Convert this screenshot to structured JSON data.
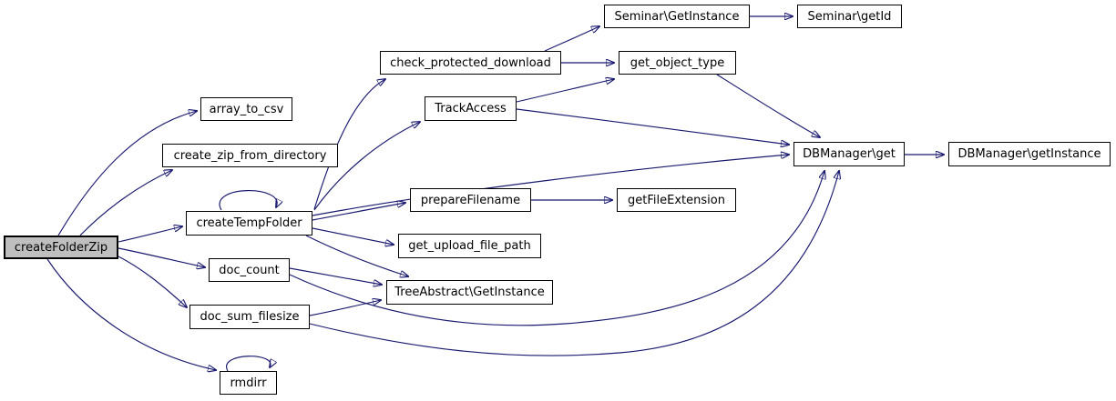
{
  "diagram": {
    "type": "call-graph",
    "root_function": "createFolderZip",
    "colors": {
      "background": "#ffffff",
      "edge": "#191970",
      "node_fill": "#ffffff",
      "node_border": "#000000",
      "root_node_fill": "#bfbfbf"
    },
    "nodes": [
      {
        "id": "createFolderZip",
        "label": "createFolderZip",
        "highlighted": true
      },
      {
        "id": "array_to_csv",
        "label": "array_to_csv",
        "highlighted": false
      },
      {
        "id": "create_zip_from_directory",
        "label": "create_zip_from_directory",
        "highlighted": false
      },
      {
        "id": "createTempFolder",
        "label": "createTempFolder",
        "highlighted": false
      },
      {
        "id": "doc_count",
        "label": "doc_count",
        "highlighted": false
      },
      {
        "id": "doc_sum_filesize",
        "label": "doc_sum_filesize",
        "highlighted": false
      },
      {
        "id": "rmdirr",
        "label": "rmdirr",
        "highlighted": false
      },
      {
        "id": "check_protected_download",
        "label": "check_protected_download",
        "highlighted": false
      },
      {
        "id": "TrackAccess",
        "label": "TrackAccess",
        "highlighted": false
      },
      {
        "id": "Seminar_GetInstance",
        "label": "Seminar\\GetInstance",
        "highlighted": false
      },
      {
        "id": "Seminar_getId",
        "label": "Seminar\\getId",
        "highlighted": false
      },
      {
        "id": "get_object_type",
        "label": "get_object_type",
        "highlighted": false
      },
      {
        "id": "DBManager_get",
        "label": "DBManager\\get",
        "highlighted": false
      },
      {
        "id": "DBManager_getInstance",
        "label": "DBManager\\getInstance",
        "highlighted": false
      },
      {
        "id": "prepareFilename",
        "label": "prepareFilename",
        "highlighted": false
      },
      {
        "id": "getFileExtension",
        "label": "getFileExtension",
        "highlighted": false
      },
      {
        "id": "get_upload_file_path",
        "label": "get_upload_file_path",
        "highlighted": false
      },
      {
        "id": "TreeAbstract_GetInstance",
        "label": "TreeAbstract\\GetInstance",
        "highlighted": false
      }
    ],
    "edges": [
      {
        "from": "createFolderZip",
        "to": "array_to_csv"
      },
      {
        "from": "createFolderZip",
        "to": "create_zip_from_directory"
      },
      {
        "from": "createFolderZip",
        "to": "createTempFolder"
      },
      {
        "from": "createFolderZip",
        "to": "doc_count"
      },
      {
        "from": "createFolderZip",
        "to": "doc_sum_filesize"
      },
      {
        "from": "createFolderZip",
        "to": "rmdirr"
      },
      {
        "from": "createTempFolder",
        "to": "createTempFolder"
      },
      {
        "from": "createTempFolder",
        "to": "check_protected_download"
      },
      {
        "from": "createTempFolder",
        "to": "TrackAccess"
      },
      {
        "from": "createTempFolder",
        "to": "DBManager_get"
      },
      {
        "from": "createTempFolder",
        "to": "prepareFilename"
      },
      {
        "from": "createTempFolder",
        "to": "get_upload_file_path"
      },
      {
        "from": "createTempFolder",
        "to": "TreeAbstract_GetInstance"
      },
      {
        "from": "check_protected_download",
        "to": "Seminar_GetInstance"
      },
      {
        "from": "check_protected_download",
        "to": "get_object_type"
      },
      {
        "from": "TrackAccess",
        "to": "get_object_type"
      },
      {
        "from": "TrackAccess",
        "to": "DBManager_get"
      },
      {
        "from": "get_object_type",
        "to": "DBManager_get"
      },
      {
        "from": "Seminar_GetInstance",
        "to": "Seminar_getId"
      },
      {
        "from": "DBManager_get",
        "to": "DBManager_getInstance"
      },
      {
        "from": "prepareFilename",
        "to": "getFileExtension"
      },
      {
        "from": "doc_count",
        "to": "TreeAbstract_GetInstance"
      },
      {
        "from": "doc_count",
        "to": "DBManager_get"
      },
      {
        "from": "doc_sum_filesize",
        "to": "TreeAbstract_GetInstance"
      },
      {
        "from": "doc_sum_filesize",
        "to": "DBManager_get"
      },
      {
        "from": "rmdirr",
        "to": "rmdirr"
      }
    ]
  }
}
